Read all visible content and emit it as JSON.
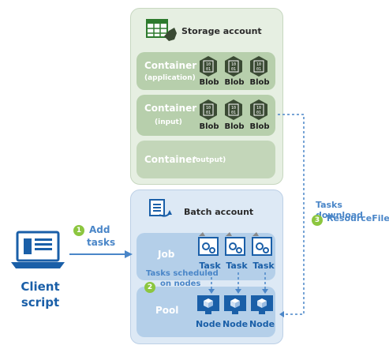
{
  "storage": {
    "title": "Storage account",
    "containers": [
      {
        "title": "Container",
        "sub": "(application)",
        "blobs": [
          "Blob",
          "Blob",
          "Blob"
        ]
      },
      {
        "title": "Container",
        "sub": "(input)",
        "blobs": [
          "Blob",
          "Blob",
          "Blob"
        ]
      },
      {
        "title": "Container",
        "sub": "(output)"
      }
    ],
    "blob_glyph": "10\n01"
  },
  "batch": {
    "title": "Batch account",
    "job_label": "Job",
    "pool_label": "Pool",
    "tasks": [
      "Task",
      "Task",
      "Task"
    ],
    "nodes": [
      "Node",
      "Node",
      "Node"
    ]
  },
  "client": {
    "label_line1": "Client",
    "label_line2": "script"
  },
  "steps": [
    {
      "num": "1",
      "text_line1": "Add",
      "text_line2": "tasks"
    },
    {
      "num": "2",
      "text_line1": "Tasks scheduled",
      "text_line2": "on nodes"
    },
    {
      "num": "3",
      "text_line1": "Tasks download",
      "text_line2": "ResourceFiles"
    }
  ],
  "colors": {
    "accent_blue": "#4a86c8",
    "step_green": "#8cc63f",
    "hex_dark": "#3a4a33"
  }
}
